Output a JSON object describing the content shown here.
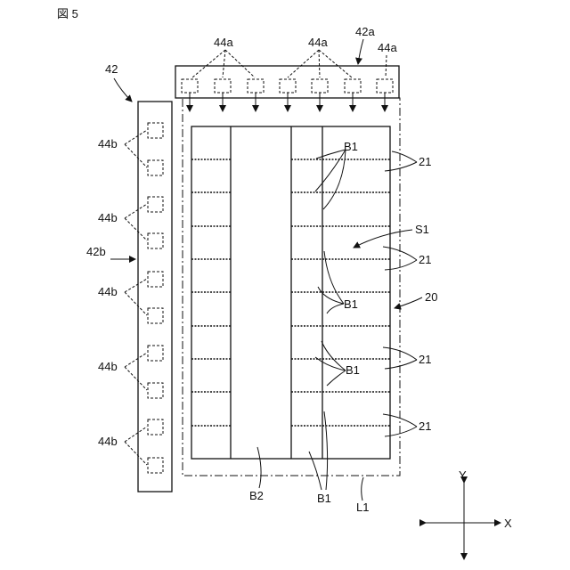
{
  "figure": {
    "title": "図 5",
    "labels": {
      "ref_42a": "42a",
      "ref_42": "42",
      "ref_42b": "42b",
      "ref_44a": "44a",
      "ref_44b": "44b",
      "ref_b1": "B1",
      "ref_b2": "B2",
      "ref_21": "21",
      "ref_s1": "S1",
      "ref_20": "20",
      "ref_l1": "L1",
      "axis_x": "X",
      "axis_y": "Y"
    }
  }
}
